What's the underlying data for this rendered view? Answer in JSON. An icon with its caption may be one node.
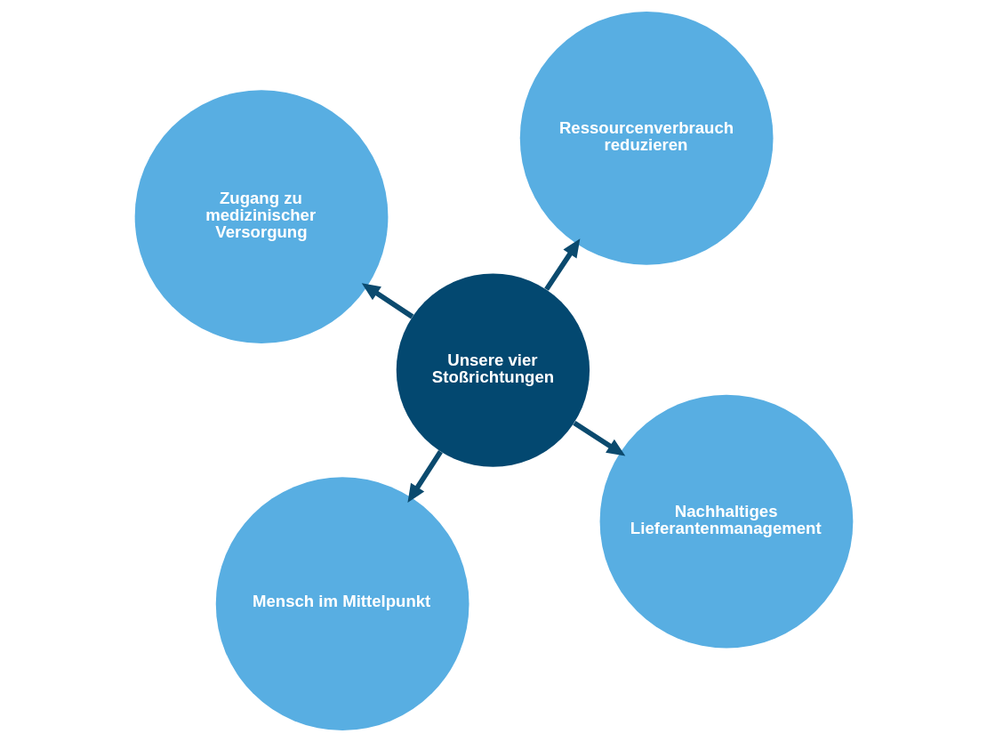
{
  "diagram": {
    "nodes": [
      {
        "text": [
          "Unsere vier Stoßrichtungen"
        ]
      },
      {
        "text": [
          "Nachhaltiges Lieferantenmanagement"
        ]
      },
      {
        "text": [
          "Mensch im Mittelpunkt"
        ]
      },
      {
        "text": [
          "Zugang zu medizinischer Versorgung"
        ]
      },
      {
        "text": [
          "Ressourcenverbrauch reduzieren"
        ]
      }
    ],
    "edges": [
      {
        "from": 0,
        "to": 1,
        "arrow": "to"
      },
      {
        "from": 0,
        "to": 2,
        "arrow": "to"
      },
      {
        "from": 0,
        "to": 3,
        "arrow": "to"
      },
      {
        "from": 0,
        "to": 4,
        "arrow": "to"
      }
    ]
  }
}
